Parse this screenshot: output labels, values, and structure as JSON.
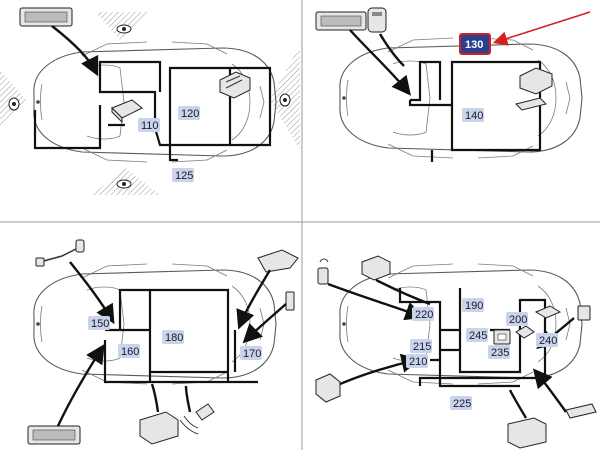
{
  "panels": [
    {
      "id": "top-left",
      "labels": [
        {
          "id": "110",
          "text": "110"
        },
        {
          "id": "120",
          "text": "120"
        },
        {
          "id": "125",
          "text": "125"
        }
      ]
    },
    {
      "id": "top-right",
      "labels": [
        {
          "id": "130",
          "text": "130",
          "highlighted": true
        },
        {
          "id": "140",
          "text": "140"
        }
      ]
    },
    {
      "id": "bottom-left",
      "labels": [
        {
          "id": "150",
          "text": "150"
        },
        {
          "id": "160",
          "text": "160"
        },
        {
          "id": "170",
          "text": "170"
        },
        {
          "id": "180",
          "text": "180"
        }
      ]
    },
    {
      "id": "bottom-right",
      "labels": [
        {
          "id": "190",
          "text": "190"
        },
        {
          "id": "200",
          "text": "200"
        },
        {
          "id": "210",
          "text": "210"
        },
        {
          "id": "215",
          "text": "215"
        },
        {
          "id": "220",
          "text": "220"
        },
        {
          "id": "225",
          "text": "225"
        },
        {
          "id": "235",
          "text": "235"
        },
        {
          "id": "240",
          "text": "240"
        },
        {
          "id": "245",
          "text": "245"
        }
      ]
    }
  ],
  "colors": {
    "label_bg": "#c9d3ea",
    "selected_bg": "#2b3f8f",
    "pointer_arrow": "#d42020",
    "harness": "#111111"
  }
}
